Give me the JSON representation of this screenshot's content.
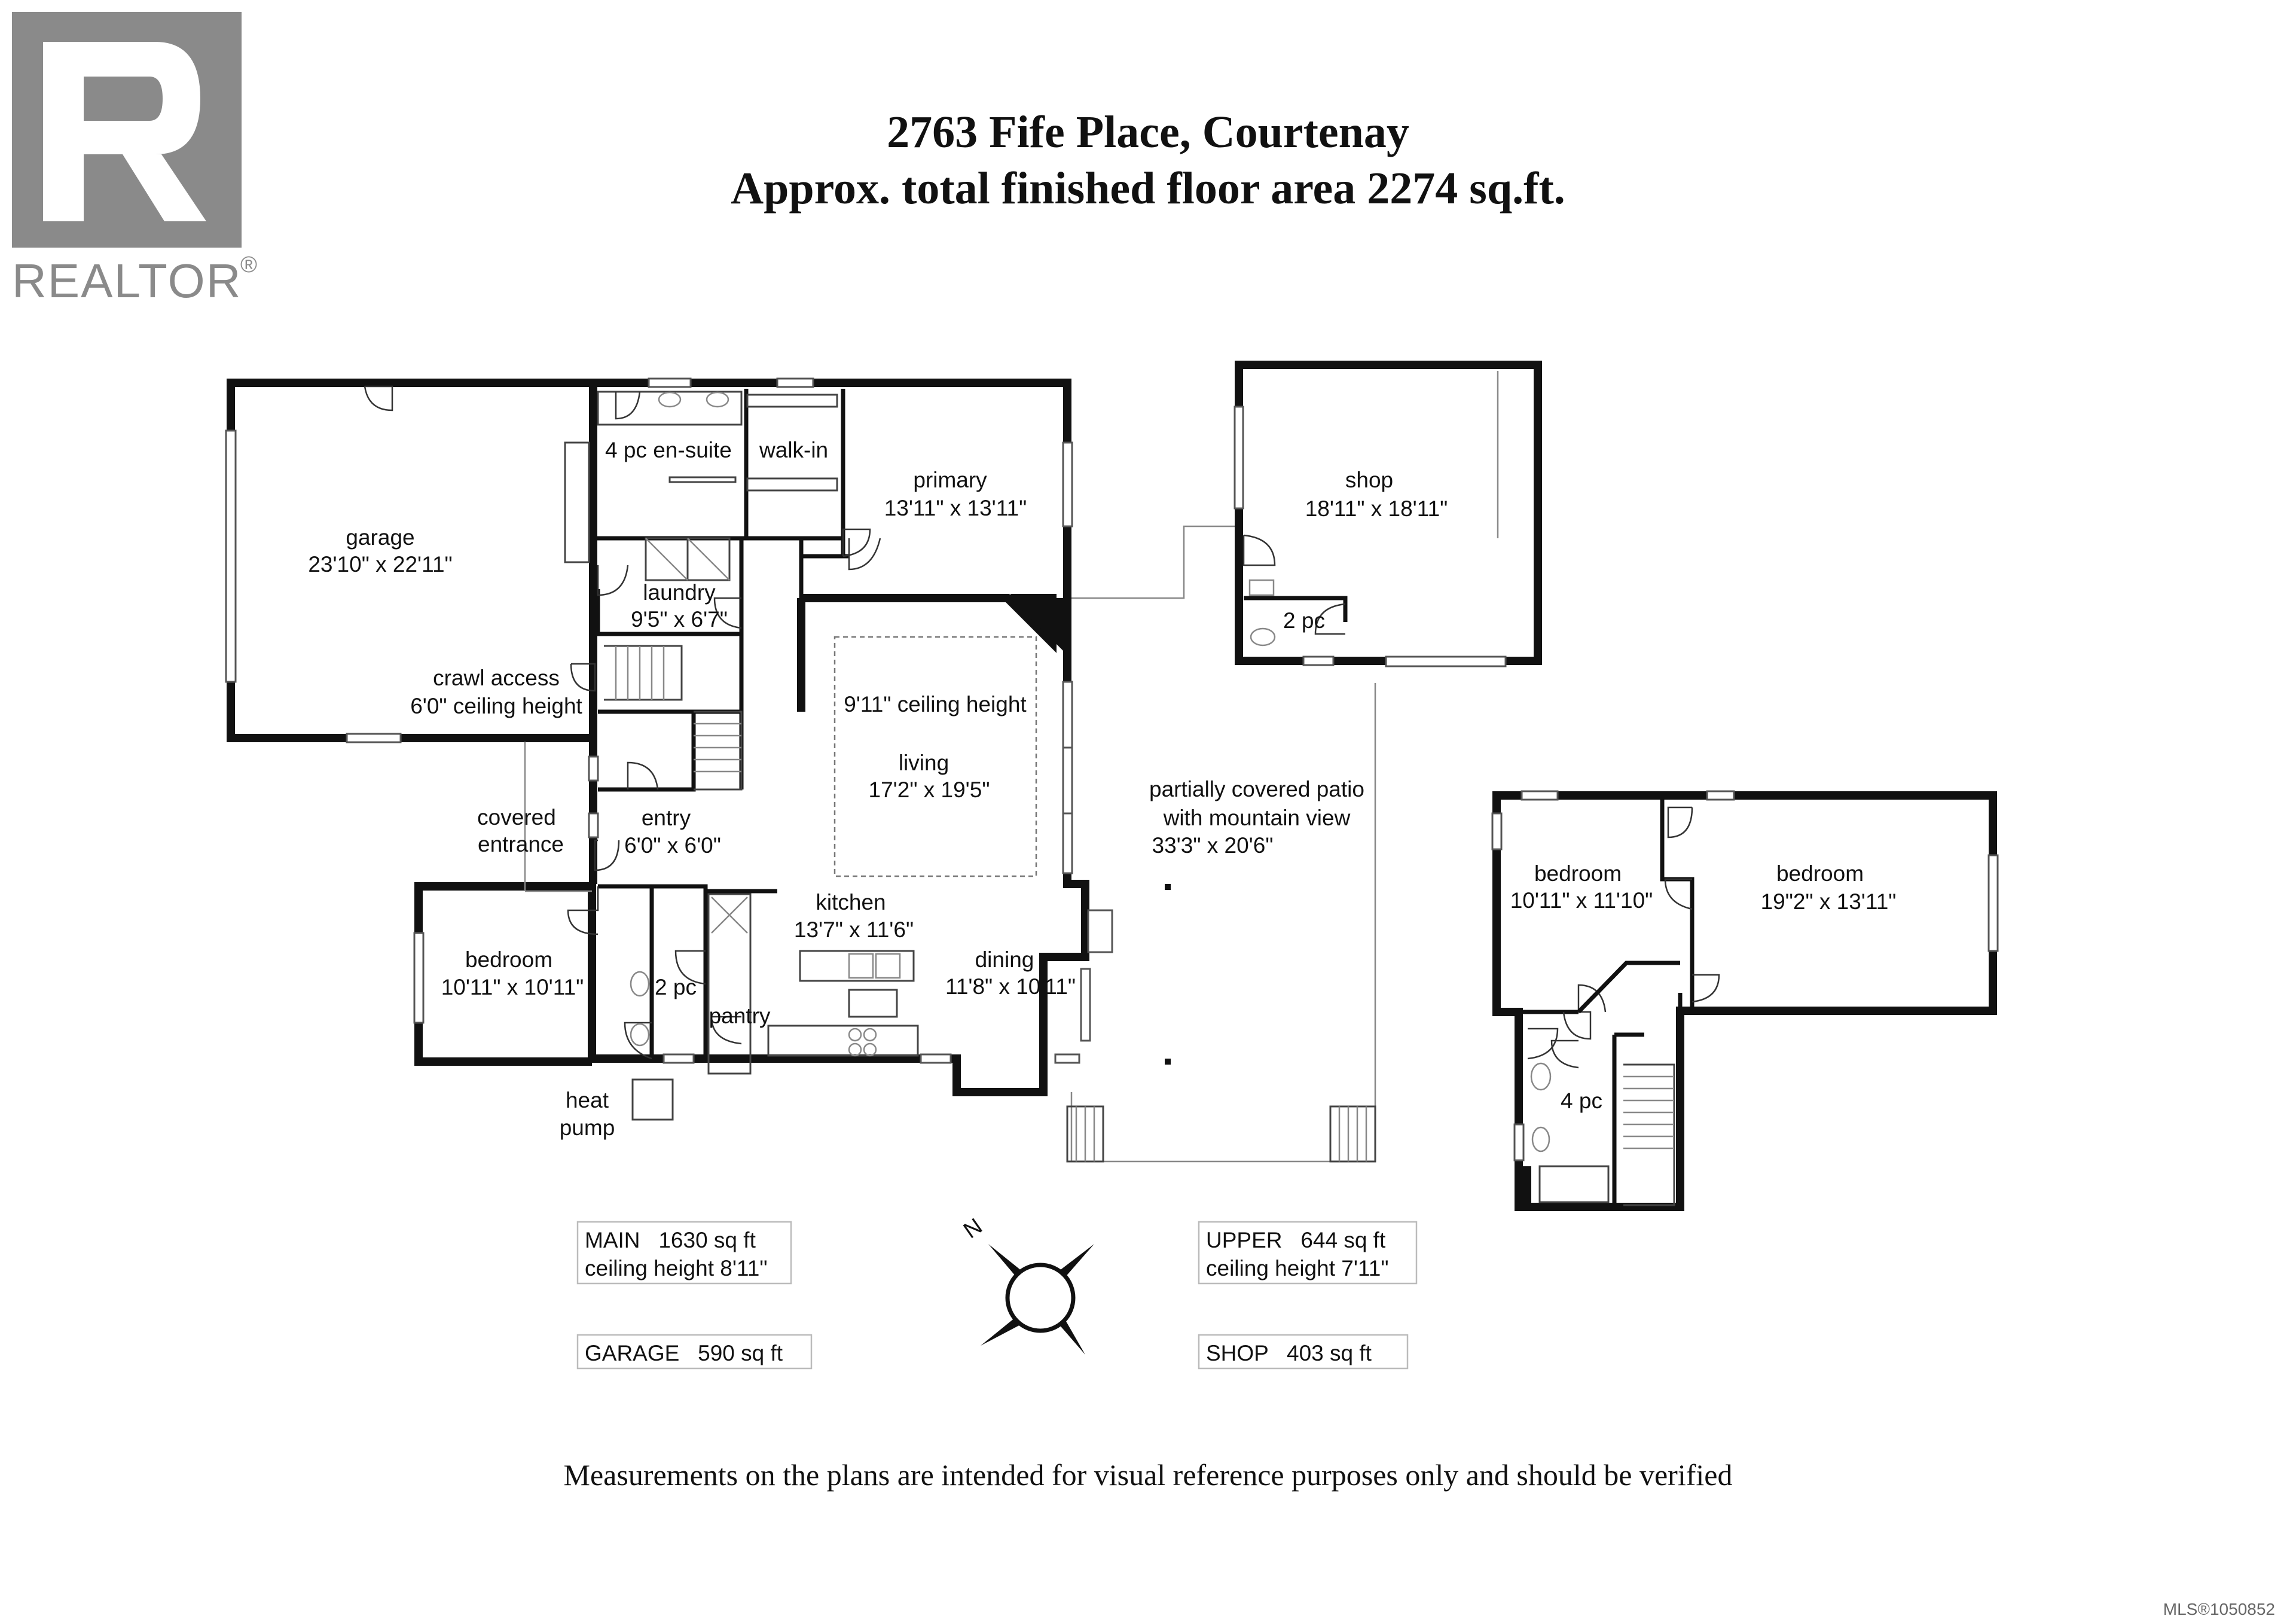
{
  "logo": {
    "name": "realtor-logo",
    "text": "REALTOR",
    "mark": "®",
    "color": "#8a8a8a"
  },
  "header": {
    "address": "2763 Fife Place, Courtenay",
    "area": "Approx. total finished floor area 2274 sq.ft."
  },
  "rooms": {
    "garage": {
      "name": "garage",
      "dim": "23'10\" x 22'11\""
    },
    "ensuite": {
      "name": "4 pc en-suite"
    },
    "walkin": {
      "name": "walk-in"
    },
    "primary": {
      "name": "primary",
      "dim": "13'11\" x 13'11\""
    },
    "laundry": {
      "name": "laundry",
      "dim": "9'5\" x 6'7\""
    },
    "crawl": {
      "name": "crawl access",
      "dim": "6'0\" ceiling height"
    },
    "ceiling_living": {
      "name": "9'11\" ceiling height"
    },
    "living": {
      "name": "living",
      "dim": "17'2\" x 19'5\""
    },
    "covered_entrance": {
      "name": "covered",
      "dim": "entrance"
    },
    "entry": {
      "name": "entry",
      "dim": "6'0\" x 6'0\""
    },
    "kitchen": {
      "name": "kitchen",
      "dim": "13'7\" x 11'6\""
    },
    "dining": {
      "name": "dining",
      "dim": "11'8\" x 10'11\""
    },
    "bedroom_main": {
      "name": "bedroom",
      "dim": "10'11\" x 10'11\""
    },
    "bath_main": {
      "name": "2 pc"
    },
    "pantry": {
      "name": "pantry"
    },
    "heat_pump": {
      "name": "heat",
      "dim": "pump"
    },
    "patio": {
      "line1": "partially covered patio",
      "line2": "with mountain view",
      "dim": "33'3\" x 20'6\""
    },
    "shop": {
      "name": "shop",
      "dim": "18'11\" x 18'11\""
    },
    "bath_shop": {
      "name": "2 pc"
    },
    "bedroom_upper1": {
      "name": "bedroom",
      "dim": "10'11\" x 11'10\""
    },
    "bedroom_upper2": {
      "name": "bedroom",
      "dim": "19\"2\" x 13'11\""
    },
    "bath_upper": {
      "name": "4 pc"
    }
  },
  "legend": {
    "main": {
      "line1": "MAIN   1630 sq ft",
      "line2": "ceiling height 8'11\""
    },
    "upper": {
      "line1": "UPPER   644 sq ft",
      "line2": "ceiling height 7'11\""
    },
    "garage": {
      "line1": "GARAGE   590 sq ft"
    },
    "shop": {
      "line1": "SHOP   403 sq ft"
    }
  },
  "compass": {
    "label": "N",
    "icon": "compass-rose-icon"
  },
  "footer": {
    "disclaimer": "Measurements on the plans are intended for visual reference purposes only and should be verified",
    "mls": "MLS®1050852"
  }
}
